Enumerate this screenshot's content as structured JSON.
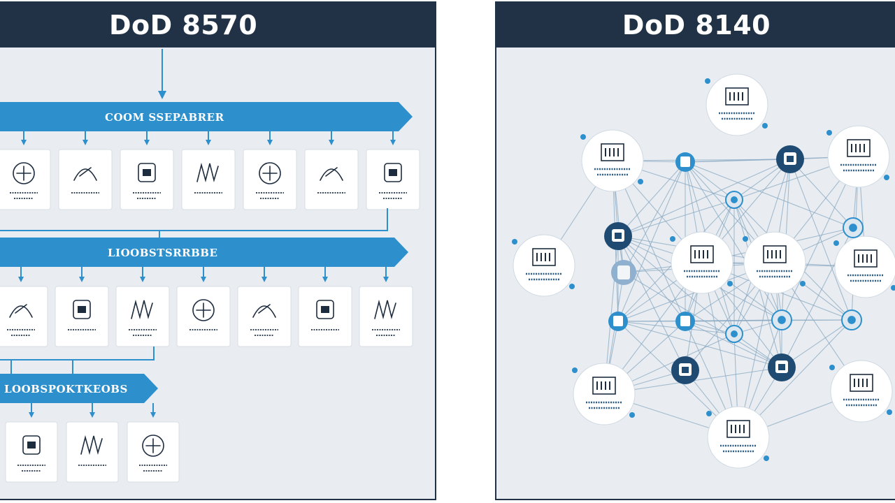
{
  "left_panel": {
    "title": "DoD 8570",
    "banners": [
      {
        "label": "COOM SSEPABRER"
      },
      {
        "label": "LIOOBSTSRRBBE"
      },
      {
        "label": "LOOBSPOKTKEOBS"
      }
    ]
  },
  "right_panel": {
    "title": "DoD 8140"
  },
  "colors": {
    "header_bg": "#213246",
    "banner_blue": "#2d8fcc",
    "panel_bg": "#e9edf1",
    "node_dark": "#1f4b73",
    "edge": "#8aa9c3"
  }
}
